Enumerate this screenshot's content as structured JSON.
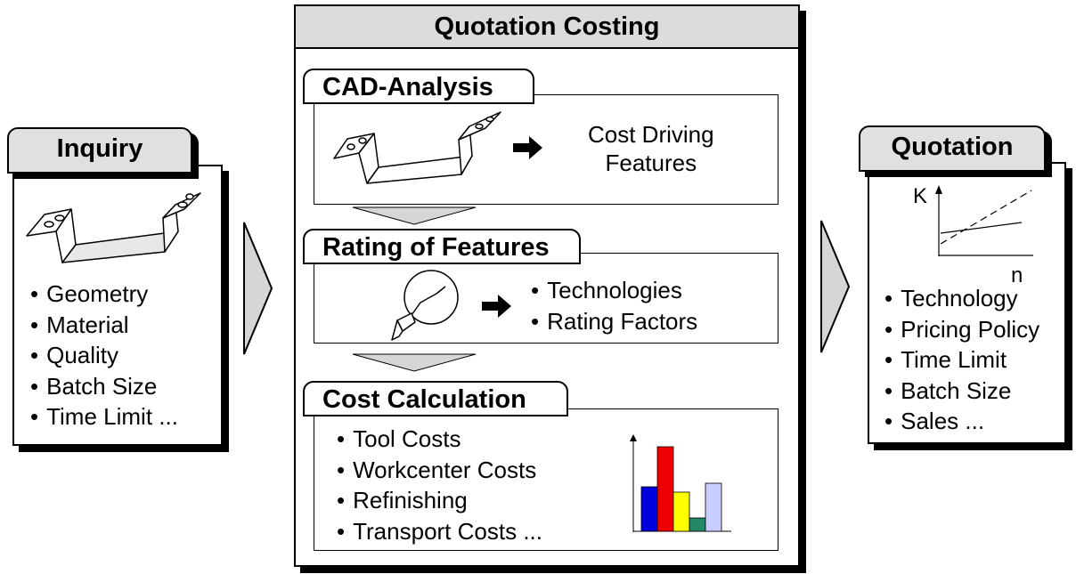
{
  "inquiry": {
    "title": "Inquiry",
    "items": [
      "Geometry",
      "Material",
      "Quality",
      "Batch Size",
      "Time Limit ..."
    ]
  },
  "quotation_costing": {
    "title": "Quotation Costing",
    "cad_analysis": {
      "label": "CAD-Analysis",
      "result_line1": "Cost Driving",
      "result_line2": "Features"
    },
    "rating": {
      "label": "Rating of Features",
      "items": [
        "Technologies",
        "Rating Factors"
      ]
    },
    "cost_calculation": {
      "label": "Cost Calculation",
      "items": [
        "Tool Costs",
        "Workcenter Costs",
        "Refinishing",
        "Transport Costs  ..."
      ],
      "bar_chart": {
        "values": [
          0.5,
          0.95,
          0.44,
          0.15,
          0.54
        ],
        "colors": [
          "#0000dd",
          "#ee0000",
          "#ffff00",
          "#228866",
          "#c8ccff"
        ]
      }
    }
  },
  "quotation": {
    "title": "Quotation",
    "graph": {
      "y_label": "K",
      "x_label": "n"
    },
    "items": [
      "Technology",
      "Pricing Policy",
      "Time Limit",
      "Batch Size",
      "Sales ..."
    ]
  },
  "colors": {
    "tab_fill": "#e0e0e0",
    "header_fill": "#dcdcdc",
    "arrow_fill": "#d6d6d6"
  }
}
